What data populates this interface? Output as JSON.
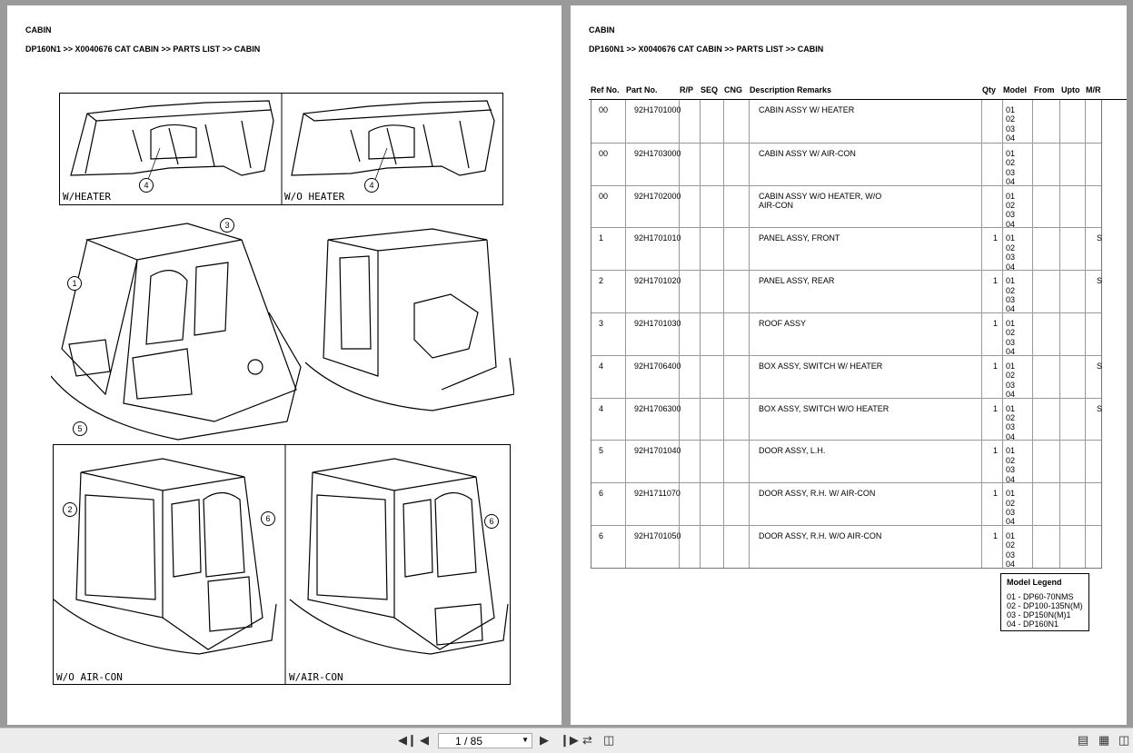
{
  "doc": {
    "section": "CABIN",
    "breadcrumb": "DP160N1 >> X0040676 CAT CABIN >> PARTS LIST >> CABIN"
  },
  "figure": {
    "captions": {
      "with_heater": "W/HEATER",
      "without_heater": "W/O HEATER",
      "without_aircon": "W/O AIR-CON",
      "with_aircon": "W/AIR-CON"
    },
    "callouts": [
      "1",
      "2",
      "3",
      "4",
      "4",
      "5",
      "6",
      "6"
    ]
  },
  "table": {
    "headers": [
      "Ref No.",
      "Part No.",
      "R/P",
      "SEQ",
      "CNG",
      "Description Remarks",
      "Qty",
      "Model",
      "From",
      "Upto",
      "M/R"
    ],
    "rows": [
      {
        "ref": "00",
        "part": "92H1701000",
        "desc": "CABIN ASSY W/ HEATER",
        "qty": "",
        "models": [
          "01",
          "02",
          "03",
          "04"
        ],
        "mr": ""
      },
      {
        "ref": "00",
        "part": "92H1703000",
        "desc": "CABIN ASSY W/ AIR-CON",
        "qty": "",
        "models": [
          "01",
          "02",
          "03",
          "04"
        ],
        "mr": ""
      },
      {
        "ref": "00",
        "part": "92H1702000",
        "desc": "CABIN ASSY W/O HEATER, W/O\nAIR-CON",
        "qty": "",
        "models": [
          "01",
          "02",
          "03",
          "04"
        ],
        "mr": ""
      },
      {
        "ref": "1",
        "part": "92H1701010",
        "desc": "PANEL ASSY, FRONT",
        "qty": "1",
        "models": [
          "01",
          "02",
          "03",
          "04"
        ],
        "mr": "S"
      },
      {
        "ref": "2",
        "part": "92H1701020",
        "desc": "PANEL ASSY, REAR",
        "qty": "1",
        "models": [
          "01",
          "02",
          "03",
          "04"
        ],
        "mr": "S"
      },
      {
        "ref": "3",
        "part": "92H1701030",
        "desc": "ROOF ASSY",
        "qty": "1",
        "models": [
          "01",
          "02",
          "03",
          "04"
        ],
        "mr": ""
      },
      {
        "ref": "4",
        "part": "92H1706400",
        "desc": "BOX ASSY, SWITCH W/ HEATER",
        "qty": "1",
        "models": [
          "01",
          "02",
          "03",
          "04"
        ],
        "mr": "S"
      },
      {
        "ref": "4",
        "part": "92H1706300",
        "desc": "BOX ASSY, SWITCH W/O HEATER",
        "qty": "1",
        "models": [
          "01",
          "02",
          "03",
          "04"
        ],
        "mr": "S"
      },
      {
        "ref": "5",
        "part": "92H1701040",
        "desc": "DOOR ASSY, L.H.",
        "qty": "1",
        "models": [
          "01",
          "02",
          "03",
          "04"
        ],
        "mr": ""
      },
      {
        "ref": "6",
        "part": "92H1711070",
        "desc": "DOOR ASSY, R.H. W/ AIR-CON",
        "qty": "1",
        "models": [
          "01",
          "02",
          "03",
          "04"
        ],
        "mr": ""
      },
      {
        "ref": "6",
        "part": "92H1701050",
        "desc": "DOOR ASSY, R.H. W/O AIR-CON",
        "qty": "1",
        "models": [
          "01",
          "02",
          "03",
          "04"
        ],
        "mr": ""
      }
    ]
  },
  "legend": {
    "title": "Model Legend",
    "items": [
      "01 - DP60-70NMS",
      "02 - DP100-135N(M)",
      "03 - DP150N(M)1",
      "04 - DP160N1"
    ]
  },
  "toolbar": {
    "page_indicator": "1 / 85",
    "icons": [
      "first-page-icon",
      "prev-page-icon",
      "next-page-icon",
      "last-page-icon",
      "rotate-icon",
      "fit-icon",
      "single-page-icon",
      "two-page-icon",
      "facing-page-icon"
    ]
  }
}
